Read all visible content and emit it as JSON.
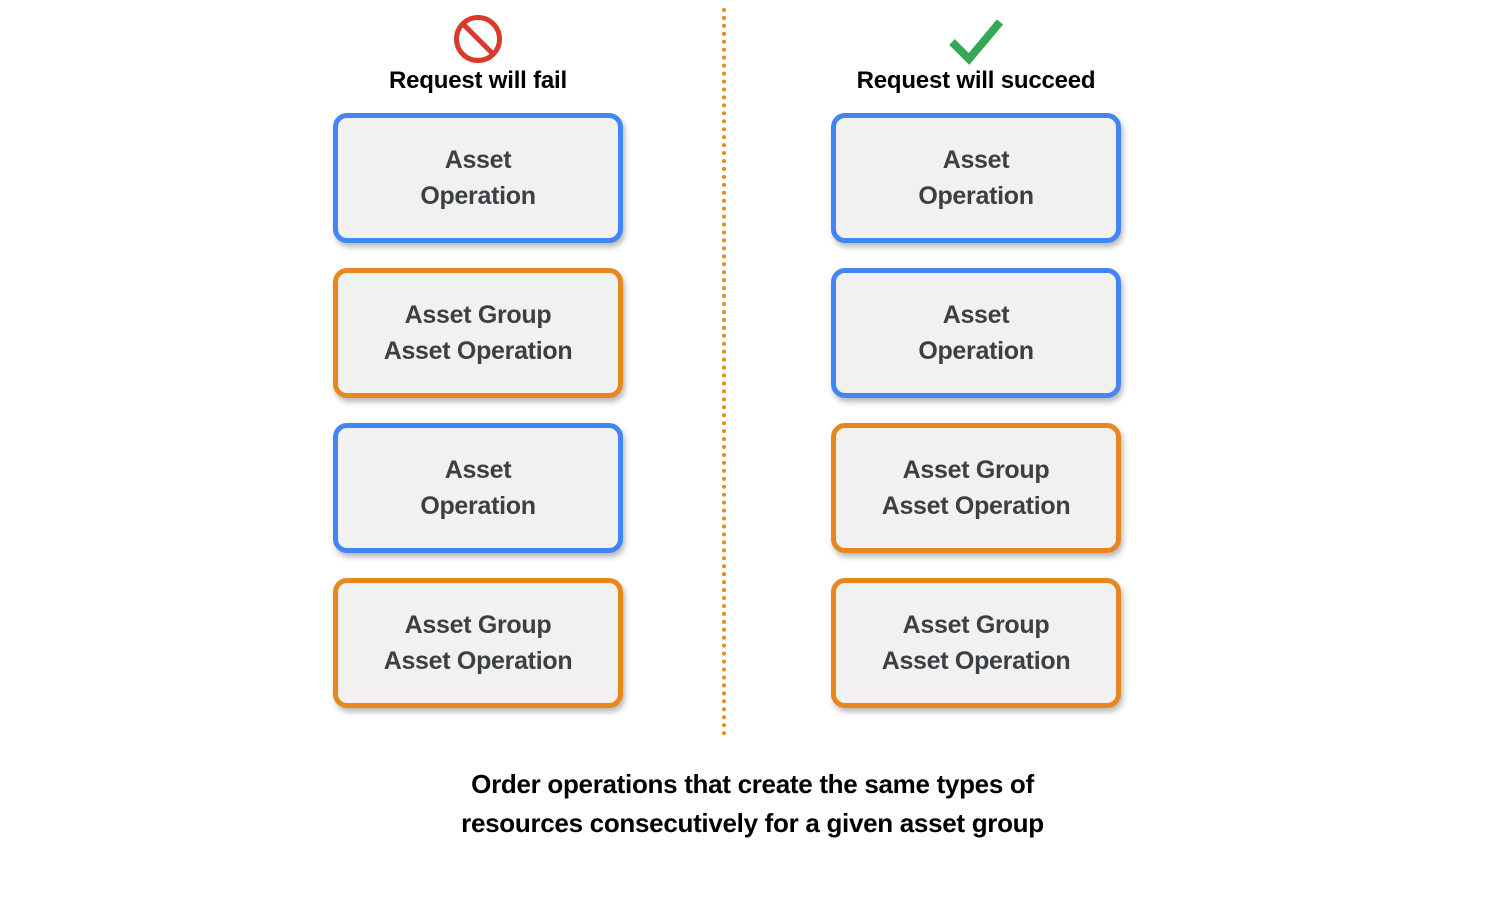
{
  "colors": {
    "blue_border": "#4285f4",
    "orange_border": "#e8871e",
    "box_fill": "#f1f1f1",
    "box_text": "#3c4043",
    "fail_red": "#d93b2b",
    "success_green": "#34a853",
    "divider_orange": "#e8871e",
    "background": "#ffffff"
  },
  "columns": [
    {
      "id": "fail",
      "icon": "prohibition-icon",
      "header_label": "Request will fail",
      "boxes": [
        {
          "label": "Asset\nOperation",
          "type": "asset-operation",
          "color": "blue"
        },
        {
          "label": "Asset Group\nAsset Operation",
          "type": "asset-group-asset-operation",
          "color": "orange"
        },
        {
          "label": "Asset\nOperation",
          "type": "asset-operation",
          "color": "blue"
        },
        {
          "label": "Asset Group\nAsset Operation",
          "type": "asset-group-asset-operation",
          "color": "orange"
        }
      ]
    },
    {
      "id": "succeed",
      "icon": "checkmark-icon",
      "header_label": "Request will succeed",
      "boxes": [
        {
          "label": "Asset\nOperation",
          "type": "asset-operation",
          "color": "blue"
        },
        {
          "label": "Asset\nOperation",
          "type": "asset-operation",
          "color": "blue"
        },
        {
          "label": "Asset Group\nAsset Operation",
          "type": "asset-group-asset-operation",
          "color": "orange"
        },
        {
          "label": "Asset Group\nAsset Operation",
          "type": "asset-group-asset-operation",
          "color": "orange"
        }
      ]
    }
  ],
  "caption": "Order operations that create the same types of\nresources consecutively for a given asset group"
}
